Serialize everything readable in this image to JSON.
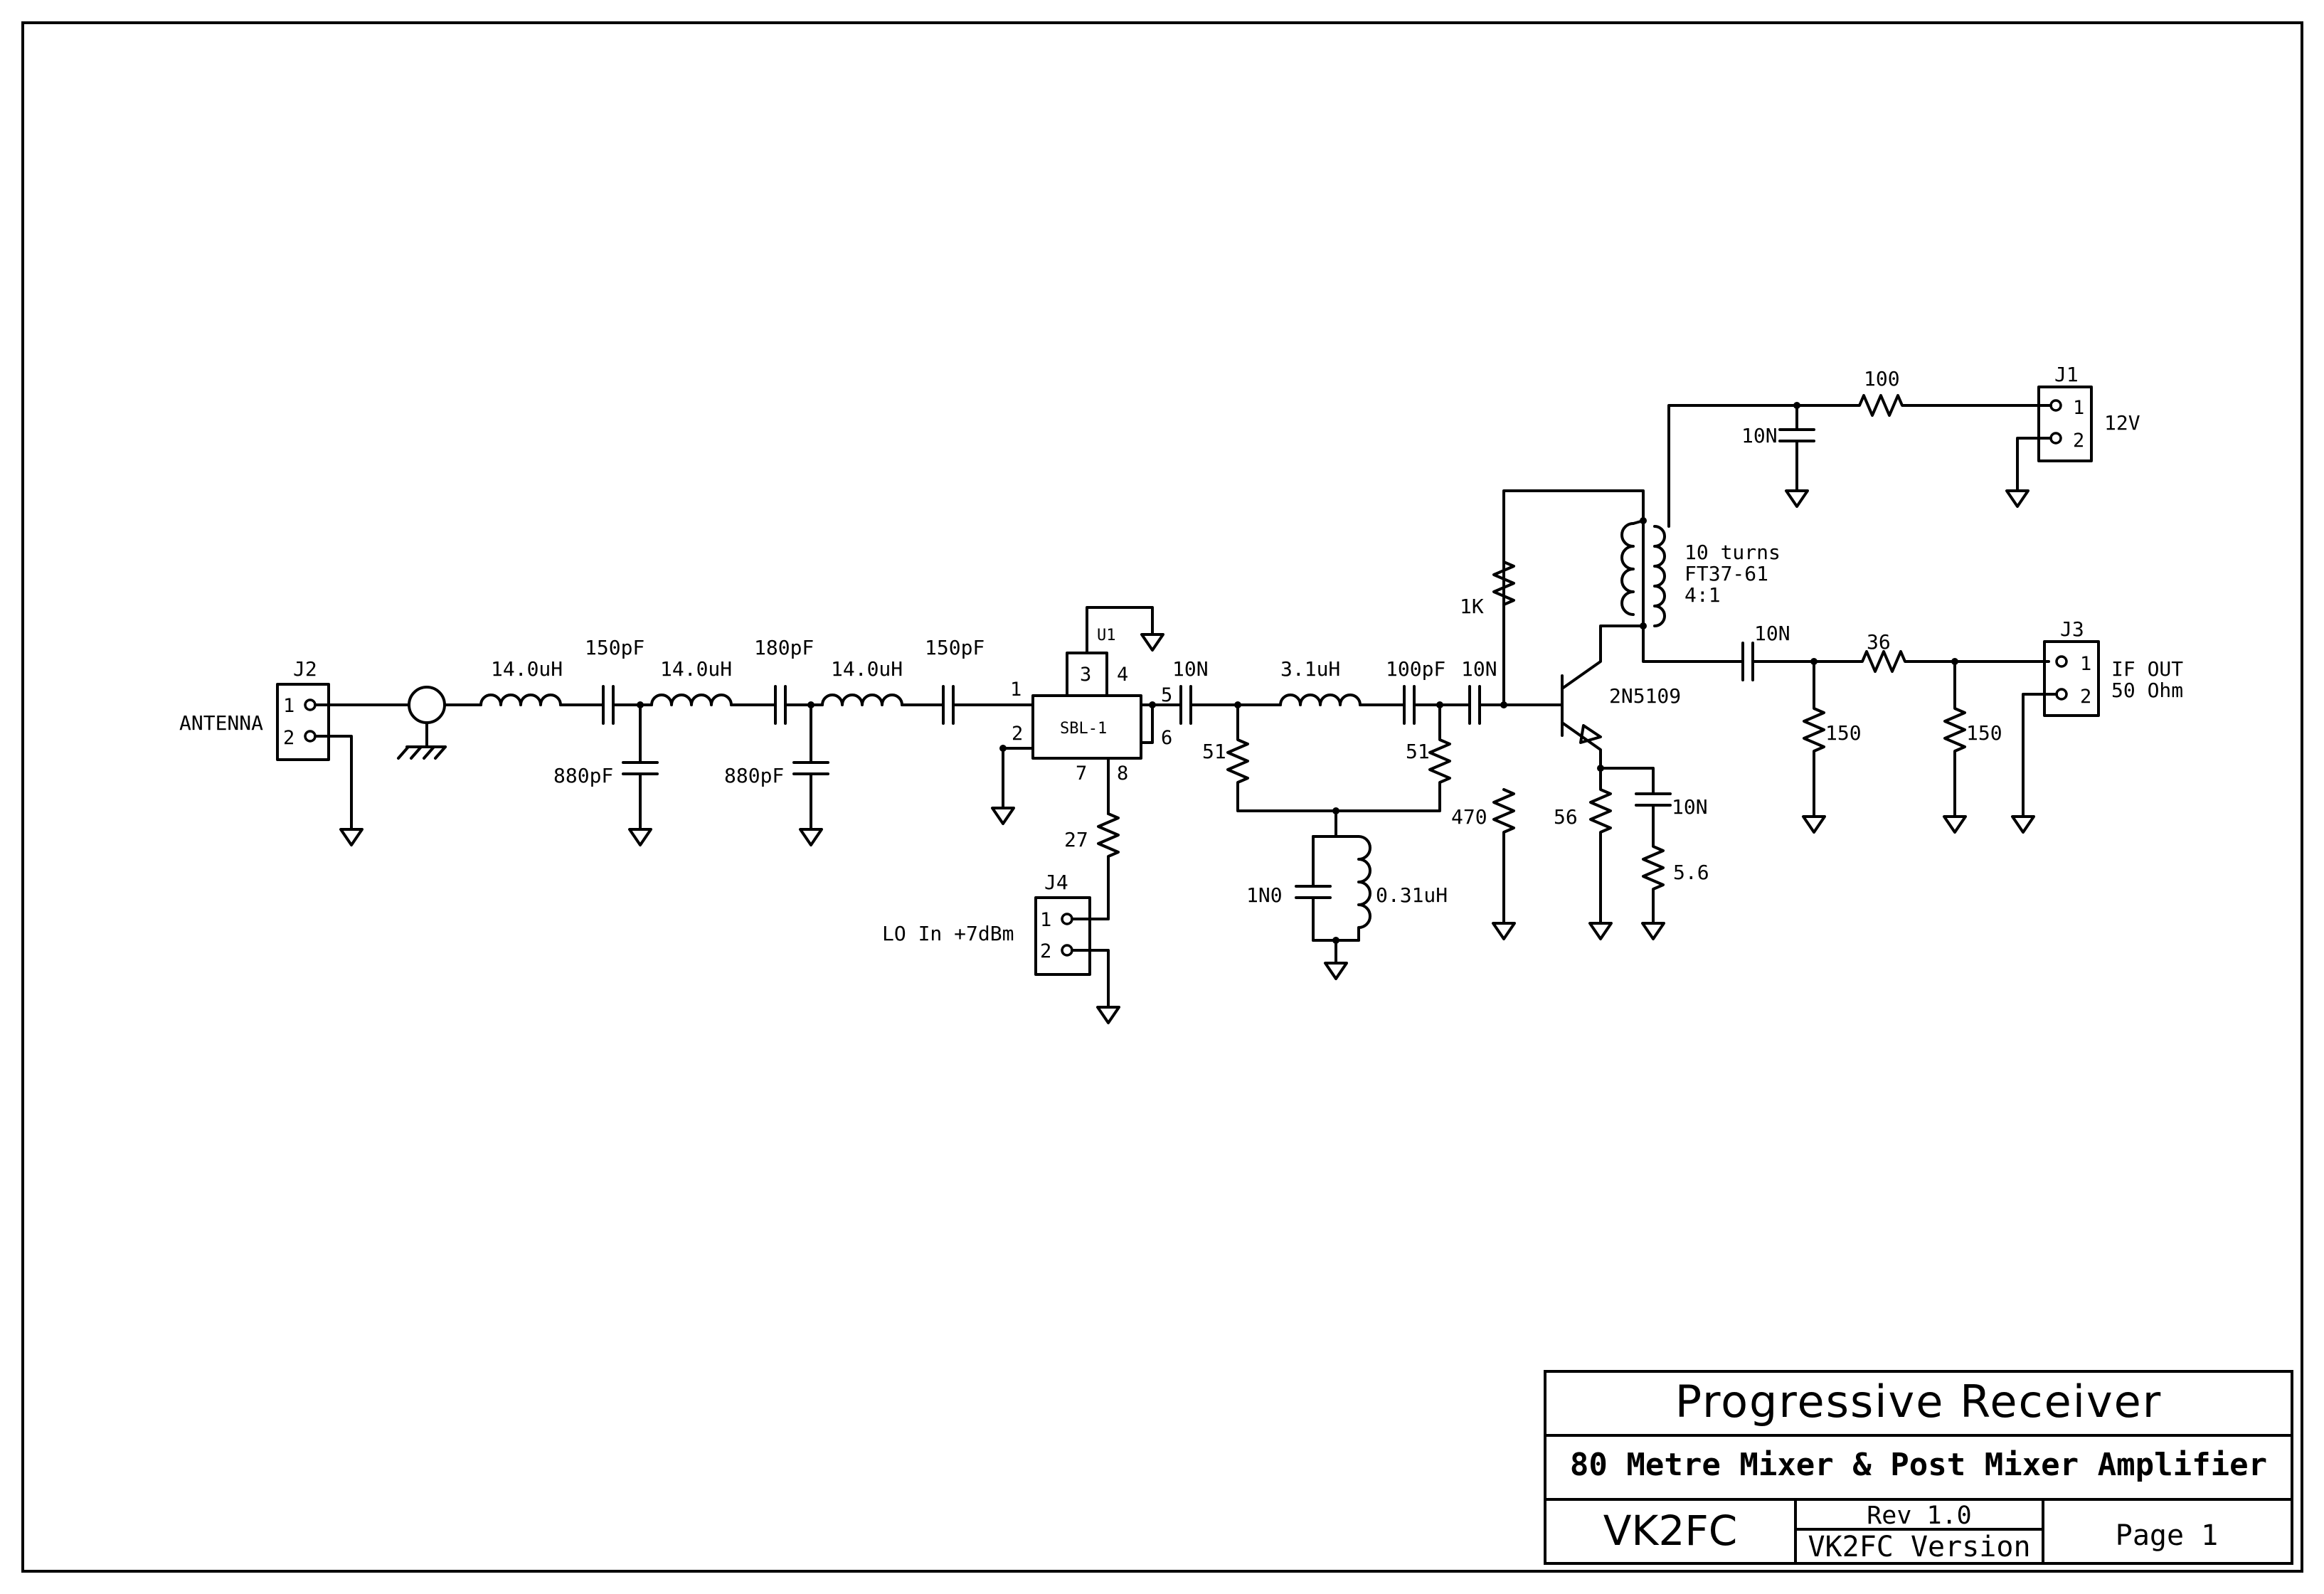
{
  "connectors": {
    "j2": {
      "ref": "J2",
      "pin1": "1",
      "pin2": "2",
      "label": "ANTENNA"
    },
    "j4": {
      "ref": "J4",
      "pin1": "1",
      "pin2": "2",
      "label": "LO In +7dBm"
    },
    "j1": {
      "ref": "J1",
      "pin1": "1",
      "pin2": "2",
      "label": "12V"
    },
    "j3": {
      "ref": "J3",
      "pin1": "1",
      "pin2": "2",
      "label_line1": "IF OUT",
      "label_line2": "50 Ohm"
    }
  },
  "filter": {
    "l1": "14.0uH",
    "c1": "150pF",
    "l2": "14.0uH",
    "c2": "180pF",
    "l3": "14.0uH",
    "c3": "150pF",
    "shunt1": "880pF",
    "shunt2": "880pF"
  },
  "mixer": {
    "ref": "U1",
    "part": "SBL-1",
    "pins": {
      "p1": "1",
      "p2": "2",
      "p3": "3",
      "p4": "4",
      "p5": "5",
      "p6": "6",
      "p7": "7",
      "p8": "8"
    },
    "lo_resistor": "27"
  },
  "diplexer": {
    "c_in": "10N",
    "l_series": "3.1uH",
    "c_series": "100pF",
    "r_left": "51",
    "r_right": "51",
    "tank_c": "1N0",
    "tank_l": "0.31uH"
  },
  "amplifier": {
    "c_base": "10N",
    "r_bias_top": "1K",
    "r_bias_bottom": "470",
    "transistor": "2N5109",
    "r_emitter": "56",
    "c_emitter": "10N",
    "r_emitter2": "5.6",
    "transformer_line1": "10 turns",
    "transformer_line2": "FT37-61",
    "transformer_line3": "4:1",
    "supply_res": "100",
    "supply_cap": "10N"
  },
  "output_pad": {
    "c_out": "10N",
    "r_series": "36",
    "r_shunt1": "150",
    "r_shunt2": "150"
  },
  "title_block": {
    "title": "Progressive Receiver",
    "subtitle": "80 Metre Mixer & Post Mixer Amplifier",
    "author": "VK2FC",
    "revision": "Rev 1.0",
    "version": "VK2FC Version",
    "page": "Page 1"
  }
}
